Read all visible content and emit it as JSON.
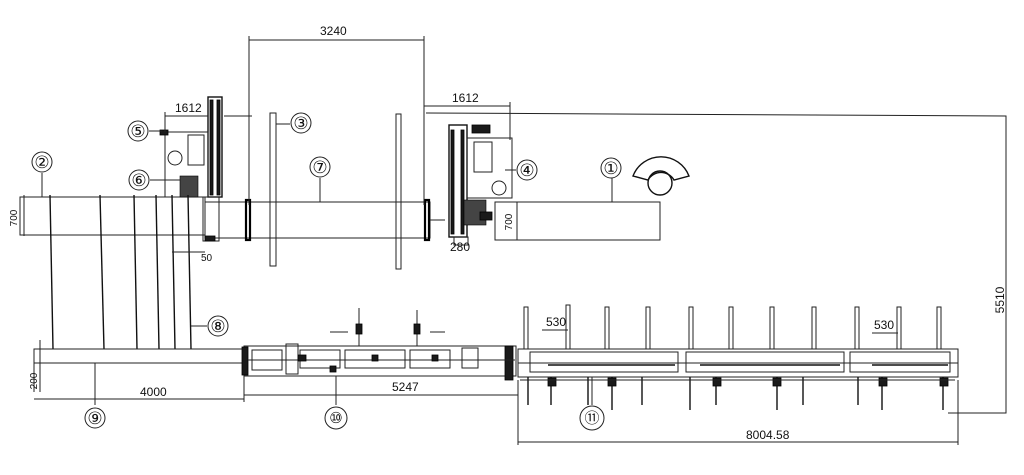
{
  "dimensions": {
    "d3240": "3240",
    "d1612_left": "1612",
    "d1612_right": "1612",
    "d5510": "5510",
    "d700_left": "700",
    "d700_right": "700",
    "d50": "50",
    "d280": "280",
    "d200": "200",
    "d4000": "4000",
    "d5247": "5247",
    "d8004": "8004.58",
    "d530_left": "530",
    "d530_right": "530"
  },
  "labels": {
    "c1": "①",
    "c2": "②",
    "c3": "③",
    "c4": "④",
    "c5": "⑤",
    "c6": "⑥",
    "c7": "⑦",
    "c8": "⑧",
    "c9": "⑨",
    "c10": "⑩",
    "c11": "⑪"
  }
}
